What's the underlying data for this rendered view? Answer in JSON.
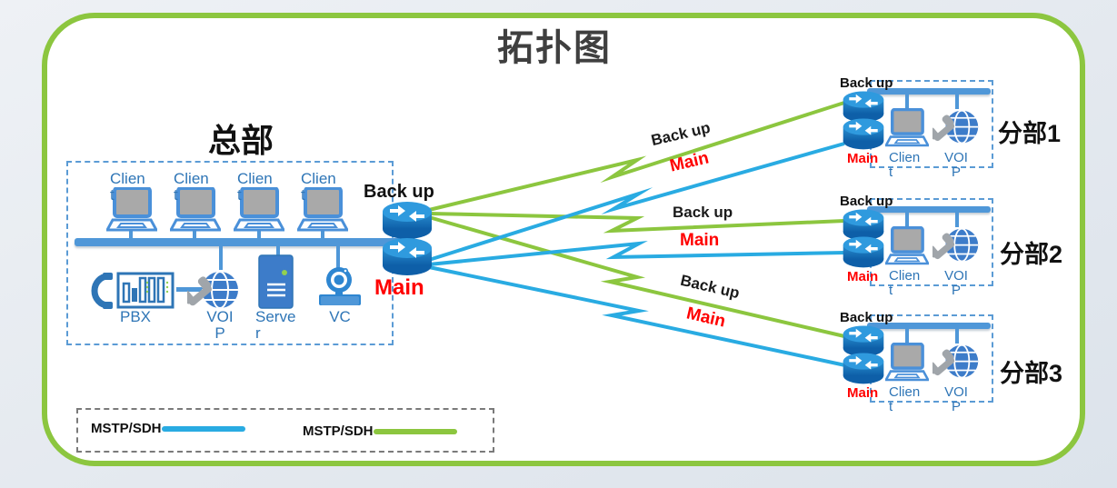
{
  "title": "拓扑图",
  "colors": {
    "border_green": "#8CC63F",
    "link_backup_green": "#8CC63F",
    "link_main_blue": "#29ABE2",
    "bus_blue": "#4F97D8",
    "device_label_blue": "#2E75B6",
    "main_label_red": "#FF0000"
  },
  "hq": {
    "name": "总部",
    "client_labels": [
      "Client",
      "Client",
      "Client",
      "Client"
    ],
    "backup_router_label": "Back up",
    "main_router_label": "Main",
    "devices": {
      "pbx": "PBX",
      "voip": "VOIP",
      "server": "Server",
      "vc": "VC"
    }
  },
  "links": [
    {
      "backup": "Back up",
      "main": "Main"
    },
    {
      "backup": "Back up",
      "main": "Main"
    },
    {
      "backup": "Back up",
      "main": "Main"
    }
  ],
  "branches": [
    {
      "name": "分部1",
      "backup_router_label": "Back up",
      "main_router_label": "Main",
      "client": "Client",
      "voip": "VOIP"
    },
    {
      "name": "分部2",
      "backup_router_label": "Back up",
      "main_router_label": "Main",
      "client": "Client",
      "voip": "VOIP"
    },
    {
      "name": "分部3",
      "backup_router_label": "Back up",
      "main_router_label": "Main",
      "client": "Client",
      "voip": "VOIP"
    }
  ],
  "legend": {
    "items": [
      {
        "label": "MSTP/SDH",
        "color": "#29ABE2"
      },
      {
        "label": "MSTP/SDH",
        "color": "#8CC63F"
      }
    ]
  }
}
